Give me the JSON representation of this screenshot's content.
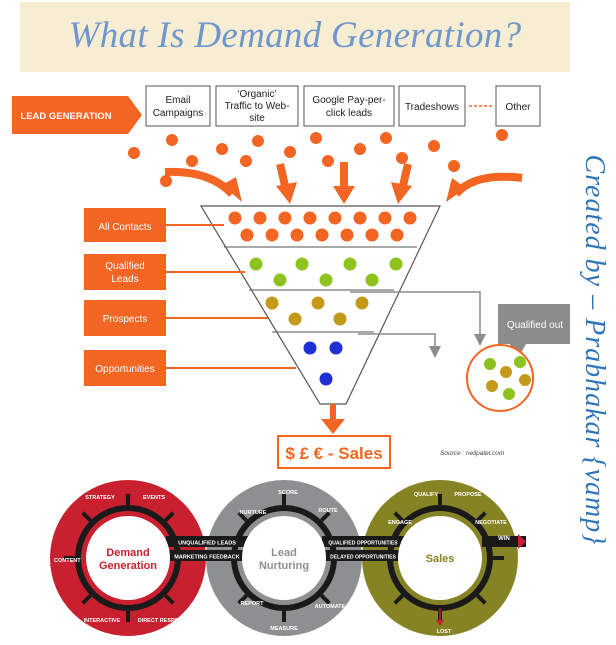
{
  "title": "What Is Demand Generation?",
  "credit": "Created by  –  Prabhakar {vamp}",
  "funnel": {
    "lead_generation_label": "LEAD GENERATION",
    "sources": [
      {
        "lines": [
          "Email",
          "Campaigns"
        ]
      },
      {
        "lines": [
          "‘Organic’",
          "Traffic to Web-",
          "site"
        ]
      },
      {
        "lines": [
          "Google Pay-per-",
          "click leads"
        ]
      },
      {
        "lines": [
          "Tradeshows"
        ]
      },
      {
        "lines": [
          "Other"
        ]
      }
    ],
    "stages": [
      {
        "label_lines": [
          "All Contacts"
        ]
      },
      {
        "label_lines": [
          "Qualified",
          "Leads"
        ]
      },
      {
        "label_lines": [
          "Prospects"
        ]
      },
      {
        "label_lines": [
          "Opportunities"
        ]
      }
    ],
    "sales_label": "$ £ € - Sales",
    "qualified_out_label": "Qualified out",
    "source_note": "Source : neilpatel.com",
    "colors": {
      "orange": "#f26522",
      "dot_orange": "#f26522",
      "green": "#8dc21f",
      "gold": "#c59a1a",
      "blue": "#1f2fd6",
      "grey": "#8c8c8c"
    }
  },
  "cycle": {
    "circles": [
      {
        "name": "Demand Generation",
        "title_lines": [
          "Demand",
          "Generation"
        ],
        "color": "#c8202e",
        "spokes": [
          "STRATEGY",
          "EVENTS",
          "CONTENT",
          "INTERACTIVE",
          "DIRECT RESPONSE"
        ]
      },
      {
        "name": "Lead Nurturing",
        "title_lines": [
          "Lead",
          "Nurturing"
        ],
        "color": "#8e8f91",
        "spokes": [
          "NURTURE",
          "SCORE",
          "ROUTE",
          "REPORT",
          "MEASURE",
          "AUTOMATE"
        ]
      },
      {
        "name": "Sales",
        "title_lines": [
          "Sales"
        ],
        "color": "#868325",
        "spokes": [
          "ENGAGE",
          "QUALIFY",
          "PROPOSE",
          "NEGOTIATE",
          "WIN",
          "LOST"
        ]
      }
    ],
    "flows": [
      "UNQUALIFIED LEADS",
      "MARKETING FEEDBACK",
      "QUALIFIED OPPORTUNITIES",
      "DELAYED OPPORTUNITIES"
    ]
  }
}
